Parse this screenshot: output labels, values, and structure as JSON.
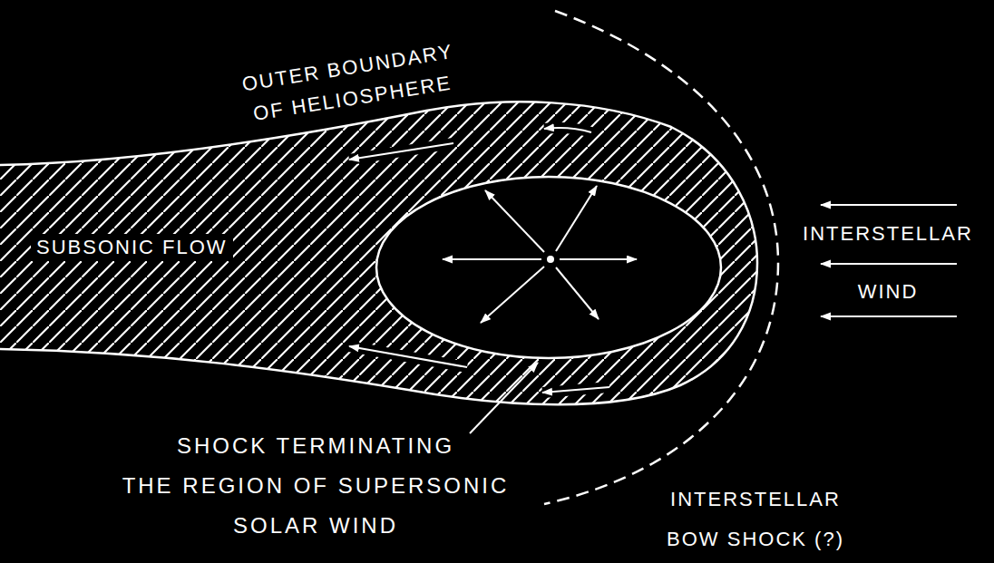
{
  "diagram": {
    "labels": [
      "OUTER BOUNDARY OF HELIOSPHERE",
      "SUBSONIC FLOW",
      "INTERSTELLAR WIND",
      "SHOCK TERMINATING THE REGION OF SUPERSONIC SOLAR WIND",
      "INTERSTELLAR BOW SHOCK (?)"
    ]
  }
}
